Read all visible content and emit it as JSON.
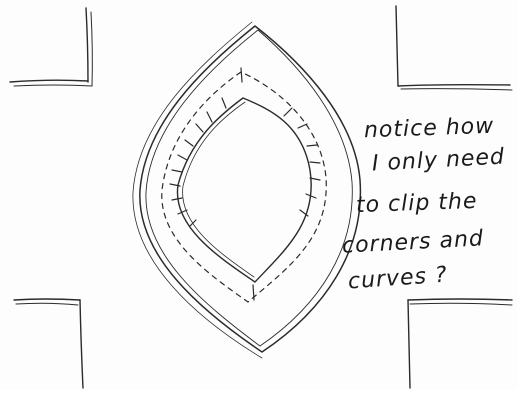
{
  "note": {
    "lines": [
      "notice how",
      "I only need",
      "to clip the",
      "corners and",
      "curves ?"
    ]
  },
  "colors": {
    "paper": "#fdfdfd",
    "pencil": "#2b2b2b",
    "ink": "#1a1a1a"
  }
}
